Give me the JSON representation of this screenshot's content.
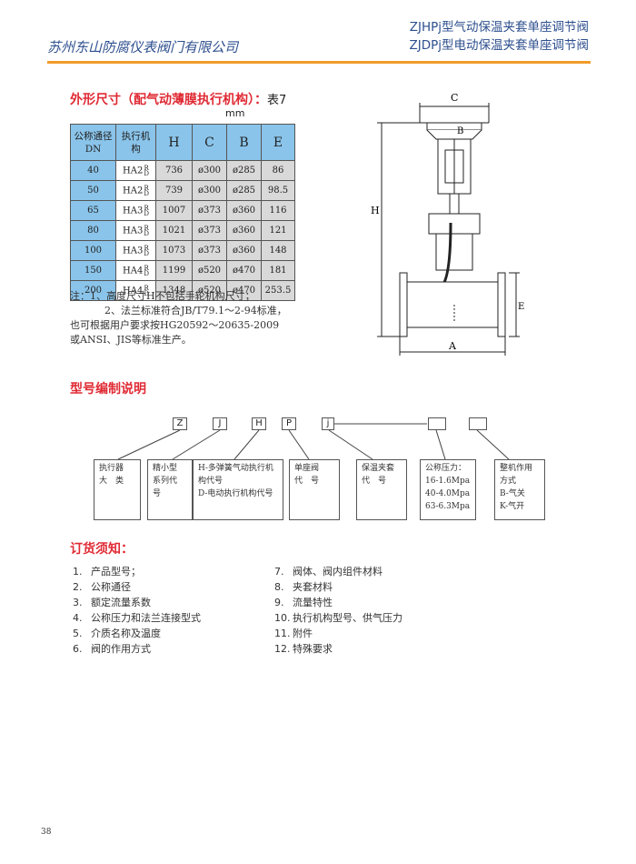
{
  "header": {
    "company": "苏州东山防腐仪表阀门有限公司",
    "title_line1": "ZJHPj型气动保温夹套单座调节阀",
    "title_line2": "ZJDPj型电动保温夹套单座调节阀"
  },
  "dimensions": {
    "title": "外形尺寸（配气动薄膜执行机构）：",
    "table_no": "表7",
    "unit": "mm",
    "headers": [
      "公称通径DN",
      "执行机构",
      "H",
      "C",
      "B",
      "E"
    ],
    "rows": [
      {
        "dn": "40",
        "act": "HA2",
        "h": "736",
        "c": "ø300",
        "b": "ø285",
        "e": "86"
      },
      {
        "dn": "50",
        "act": "HA2",
        "h": "739",
        "c": "ø300",
        "b": "ø285",
        "e": "98.5"
      },
      {
        "dn": "65",
        "act": "HA3",
        "h": "1007",
        "c": "ø373",
        "b": "ø360",
        "e": "116"
      },
      {
        "dn": "80",
        "act": "HA3",
        "h": "1021",
        "c": "ø373",
        "b": "ø360",
        "e": "121"
      },
      {
        "dn": "100",
        "act": "HA3",
        "h": "1073",
        "c": "ø373",
        "b": "ø360",
        "e": "148"
      },
      {
        "dn": "150",
        "act": "HA4",
        "h": "1199",
        "c": "ø520",
        "b": "ø470",
        "e": "181"
      },
      {
        "dn": "200",
        "act": "HA4",
        "h": "1348",
        "c": "ø520",
        "b": "ø470",
        "e": "253.5"
      }
    ],
    "act_suffix_top": "R",
    "act_suffix_bottom": "D",
    "notes": [
      "注：1、高度尺寸H不包括手轮机构尺寸；",
      "2、法兰标准符合JB/T79.1～2-94标准，",
      "也可根据用户要求按HG20592～20635-2009",
      "或ANSI、JIS等标准生产。"
    ]
  },
  "diagram_labels": {
    "c": "C",
    "b": "B",
    "h": "H",
    "e": "E",
    "a": "A"
  },
  "model": {
    "title": "型号编制说明",
    "codes": [
      "Z",
      "J",
      "H",
      "P",
      "j",
      "",
      ""
    ],
    "desc": [
      [
        "执行器",
        "大　类"
      ],
      [
        "精小型",
        "系列代",
        "号"
      ],
      [
        "H-多弹簧气动执行机",
        "构代号",
        "D-电动执行机构代号"
      ],
      [
        "单座阀",
        "代　号"
      ],
      [
        "保温夹套",
        "代　号"
      ],
      [
        "公称压力：",
        "16-1.6Mpa",
        "40-4.0Mpa",
        "63-6.3Mpa"
      ],
      [
        "整机作用",
        "方式",
        "B-气关",
        "K-气开"
      ]
    ]
  },
  "order": {
    "title": "订货须知：",
    "left": [
      {
        "n": "1.",
        "t": "产品型号；"
      },
      {
        "n": "2.",
        "t": "公称通径"
      },
      {
        "n": "3.",
        "t": "额定流量系数"
      },
      {
        "n": "4.",
        "t": "公称压力和法兰连接型式"
      },
      {
        "n": "5.",
        "t": "介质名称及温度"
      },
      {
        "n": "6.",
        "t": "阀的作用方式"
      }
    ],
    "right": [
      {
        "n": "7.",
        "t": "阀体、阀内组件材料"
      },
      {
        "n": "8.",
        "t": "夹套材料"
      },
      {
        "n": "9.",
        "t": "流量特性"
      },
      {
        "n": "10.",
        "t": "执行机构型号、供气压力"
      },
      {
        "n": "11.",
        "t": "附件"
      },
      {
        "n": "12.",
        "t": "特殊要求"
      }
    ]
  },
  "page_number": "38"
}
